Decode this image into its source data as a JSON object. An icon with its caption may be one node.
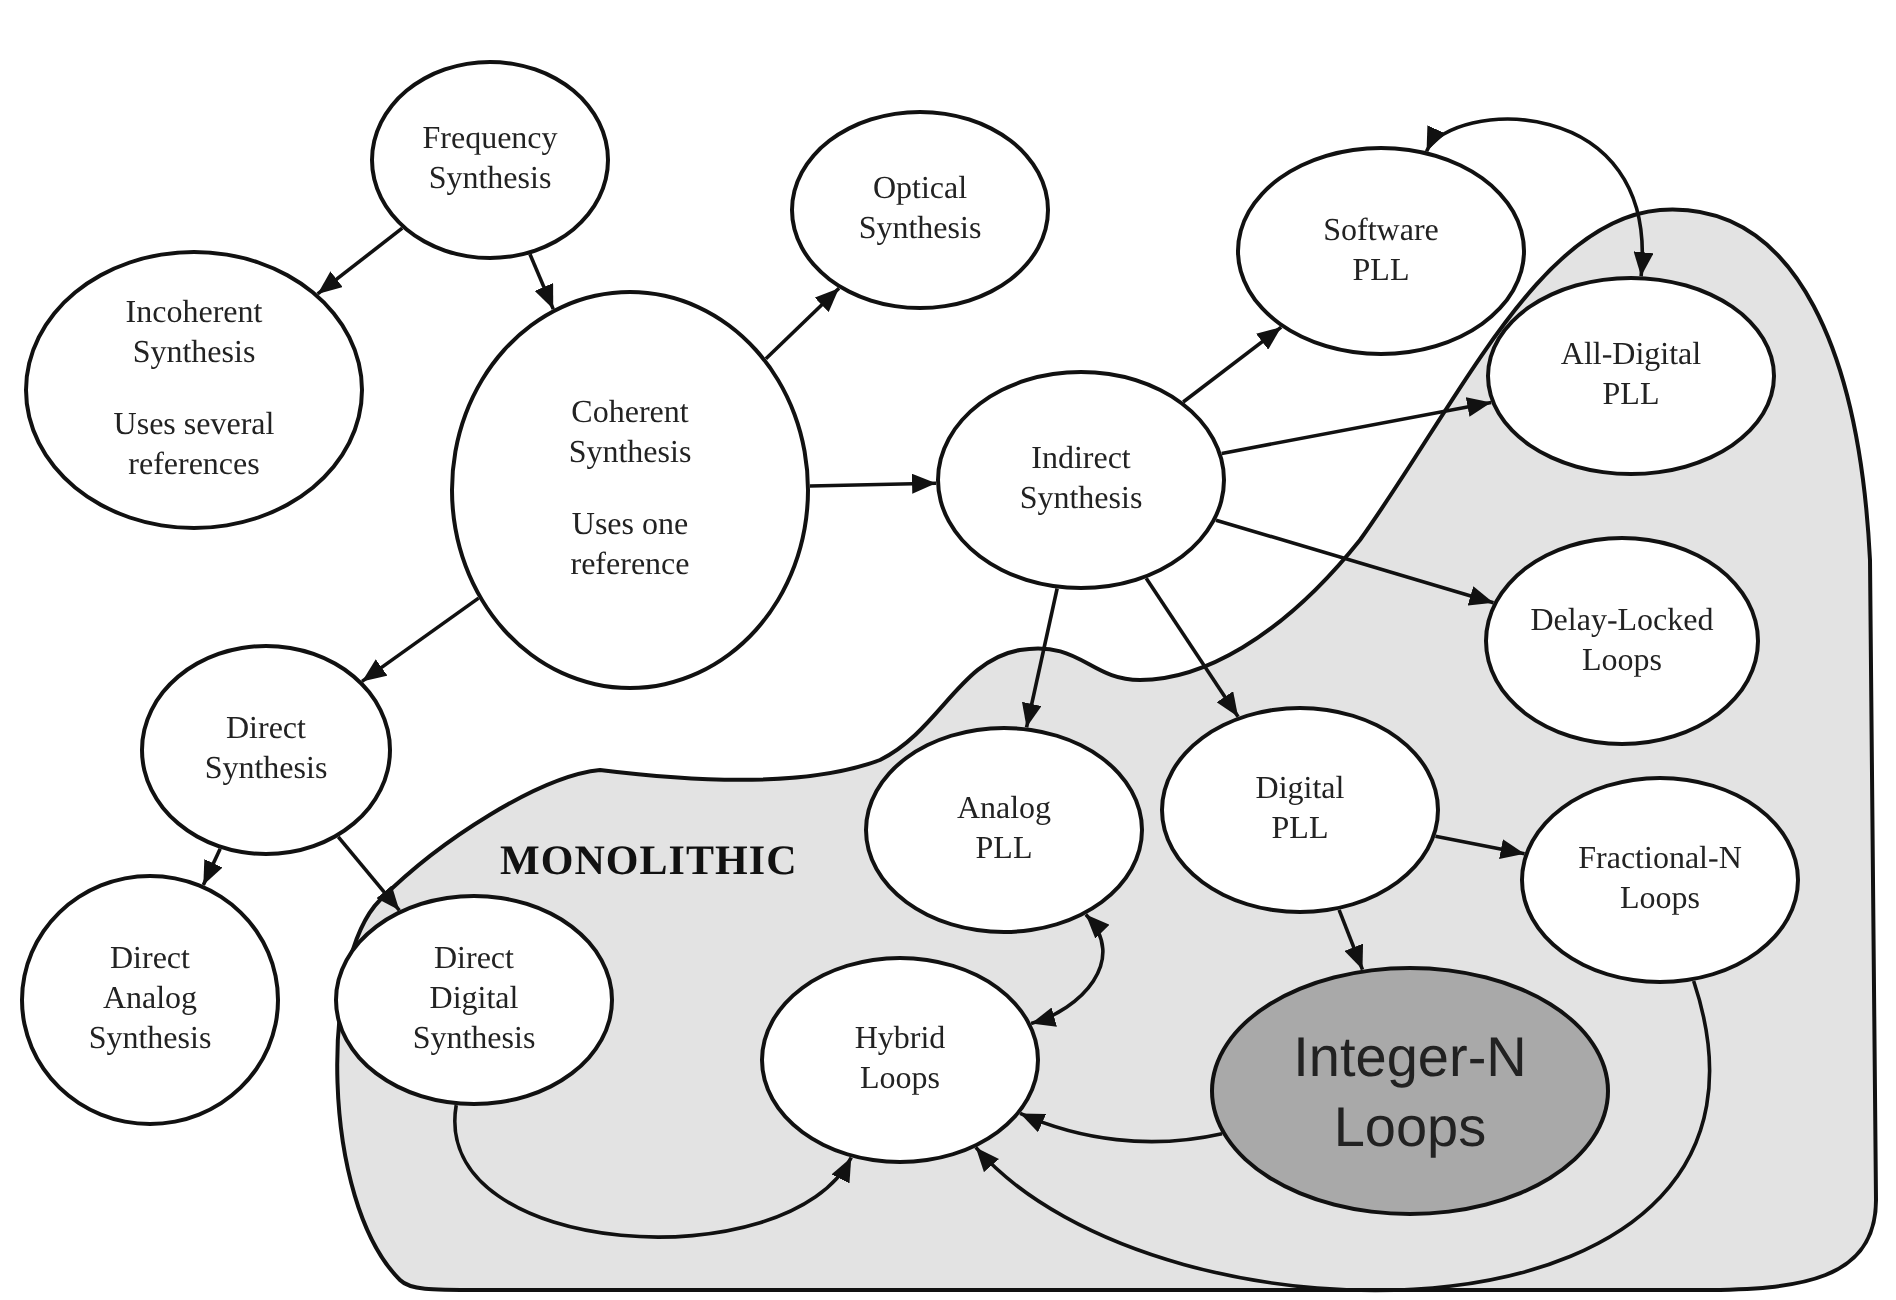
{
  "diagram": {
    "nodes": [
      {
        "text": [
          "Frequency Synthesis"
        ]
      },
      {
        "text": [
          "Incoherent Synthesis",
          "Uses several references"
        ]
      },
      {
        "text": [
          "Coherent Synthesis",
          "Uses one reference"
        ]
      },
      {
        "text": [
          "Optical Synthesis"
        ]
      },
      {
        "text": [
          "Indirect Synthesis"
        ]
      },
      {
        "text": [
          "Software PLL"
        ]
      },
      {
        "text": [
          "All-Digital PLL"
        ],
        "in": 10
      },
      {
        "text": [
          "Delay-Locked Loops"
        ],
        "in": 10
      },
      {
        "text": [
          "Direct Synthesis"
        ]
      },
      {
        "text": [
          "Direct Analog Synthesis"
        ]
      },
      {
        "text": [
          "MONOLITHIC"
        ]
      },
      {
        "text": [
          "Direct Digital Synthesis"
        ],
        "in": 10
      },
      {
        "text": [
          "Analog PLL"
        ],
        "in": 10
      },
      {
        "text": [
          "Digital PLL"
        ],
        "in": 10
      },
      {
        "text": [
          "Fractional-N Loops"
        ],
        "in": 10
      },
      {
        "text": [
          "Hybrid Loops"
        ],
        "in": 10
      },
      {
        "text": [
          "Integer-N Loops"
        ],
        "in": 10
      }
    ],
    "edges": [
      {
        "from": 0,
        "to": 1,
        "arrow": "to"
      },
      {
        "from": 0,
        "to": 2,
        "arrow": "to"
      },
      {
        "from": 2,
        "to": 3,
        "arrow": "to"
      },
      {
        "from": 2,
        "to": 4,
        "arrow": "to"
      },
      {
        "from": 2,
        "to": 8,
        "arrow": "to"
      },
      {
        "from": 8,
        "to": 9,
        "arrow": "to"
      },
      {
        "from": 8,
        "to": 11,
        "arrow": "to"
      },
      {
        "from": 4,
        "to": 5,
        "arrow": "to"
      },
      {
        "from": 4,
        "to": 6,
        "arrow": "to"
      },
      {
        "from": 4,
        "to": 7,
        "arrow": "to"
      },
      {
        "from": 4,
        "to": 12,
        "arrow": "to"
      },
      {
        "from": 4,
        "to": 13,
        "arrow": "to"
      },
      {
        "from": 5,
        "to": 6,
        "arrow": "both"
      },
      {
        "from": 13,
        "to": 14,
        "arrow": "to"
      },
      {
        "from": 13,
        "to": 16,
        "arrow": "to"
      },
      {
        "from": 12,
        "to": 15,
        "arrow": "both"
      },
      {
        "from": 11,
        "to": 15,
        "arrow": "to"
      },
      {
        "from": 16,
        "to": 15,
        "arrow": "to"
      },
      {
        "from": 14,
        "to": 15,
        "arrow": "to"
      }
    ]
  }
}
